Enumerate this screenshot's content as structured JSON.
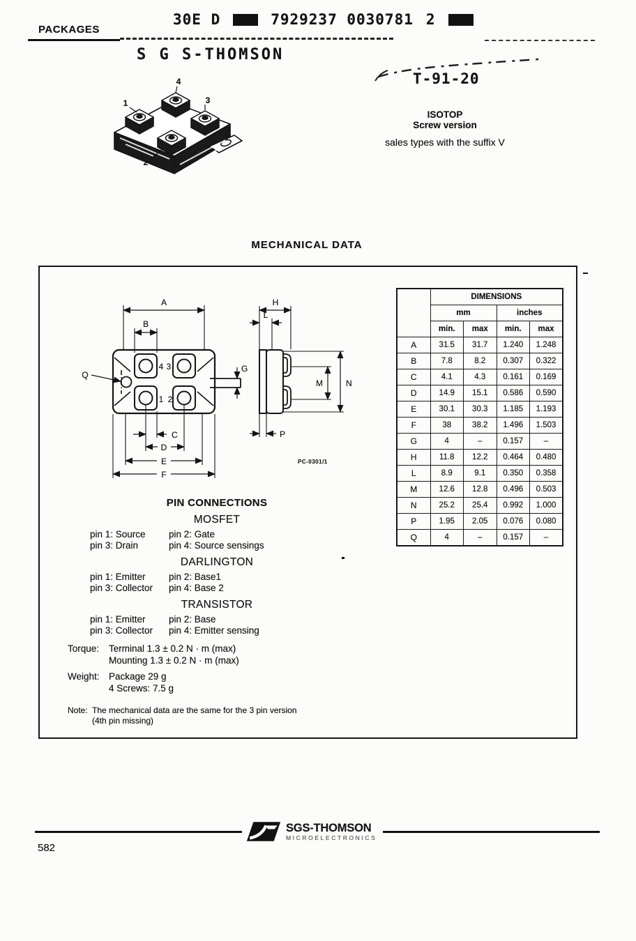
{
  "header": {
    "section_label": "PACKAGES",
    "code_prefix": "30E D",
    "code_number": "7929237 0030781",
    "code_suffix": "2",
    "stamp": "S G S-THOMSON",
    "handwritten_code": "T-91-20"
  },
  "package_info": {
    "name": "ISOTOP",
    "version": "Screw version",
    "sales_note": "sales types with the suffix V"
  },
  "section_title": "MECHANICAL DATA",
  "drawing": {
    "labels": {
      "A": "A",
      "B": "B",
      "C": "C",
      "D": "D",
      "E": "E",
      "F": "F",
      "G": "G",
      "H": "H",
      "L": "L",
      "M": "M",
      "N": "N",
      "P": "P",
      "Q": "Q"
    },
    "pins": {
      "p1": "1",
      "p2": "2",
      "p3": "3",
      "p4": "4"
    },
    "ref": "PC-0301/1"
  },
  "dimensions_table": {
    "title": "DIMENSIONS",
    "unit_mm": "mm",
    "unit_inches": "inches",
    "col_headers": [
      "min.",
      "max",
      "min.",
      "max"
    ],
    "rows": [
      {
        "ref": "A",
        "values": [
          "31.5",
          "31.7",
          "1.240",
          "1.248"
        ]
      },
      {
        "ref": "B",
        "values": [
          "7.8",
          "8.2",
          "0.307",
          "0.322"
        ]
      },
      {
        "ref": "C",
        "values": [
          "4.1",
          "4.3",
          "0.161",
          "0.169"
        ]
      },
      {
        "ref": "D",
        "values": [
          "14.9",
          "15.1",
          "0.586",
          "0.590"
        ]
      },
      {
        "ref": "E",
        "values": [
          "30.1",
          "30.3",
          "1.185",
          "1.193"
        ]
      },
      {
        "ref": "F",
        "values": [
          "38",
          "38.2",
          "1.496",
          "1.503"
        ]
      },
      {
        "ref": "G",
        "values": [
          "4",
          "–",
          "0.157",
          "–"
        ]
      },
      {
        "ref": "H",
        "values": [
          "11.8",
          "12.2",
          "0.464",
          "0.480"
        ]
      },
      {
        "ref": "L",
        "values": [
          "8.9",
          "9.1",
          "0.350",
          "0.358"
        ]
      },
      {
        "ref": "M",
        "values": [
          "12.6",
          "12.8",
          "0.496",
          "0.503"
        ]
      },
      {
        "ref": "N",
        "values": [
          "25.2",
          "25.4",
          "0.992",
          "1.000"
        ]
      },
      {
        "ref": "P",
        "values": [
          "1.95",
          "2.05",
          "0.076",
          "0.080"
        ]
      },
      {
        "ref": "Q",
        "values": [
          "4",
          "–",
          "0.157",
          "–"
        ]
      }
    ]
  },
  "pin_connections": {
    "title": "PIN CONNECTIONS",
    "groups": [
      {
        "name": "MOSFET",
        "rows": [
          [
            "pin 1: Source",
            "pin 2: Gate"
          ],
          [
            "pin 3: Drain",
            "pin 4: Source sensings"
          ]
        ]
      },
      {
        "name": "DARLINGTON",
        "rows": [
          [
            "pin 1: Emitter",
            "pin 2: Base1"
          ],
          [
            "pin 3: Collector",
            "pin 4: Base 2"
          ]
        ]
      },
      {
        "name": "TRANSISTOR",
        "rows": [
          [
            "pin 1: Emitter",
            "pin 2: Base"
          ],
          [
            "pin 3: Collector",
            "pin 4: Emitter sensing"
          ]
        ]
      }
    ]
  },
  "specs": {
    "torque_label": "Torque:",
    "torque_lines": [
      "Terminal 1.3 ± 0.2 N · m (max)",
      "Mounting 1.3 ± 0.2 N · m (max)"
    ],
    "weight_label": "Weight:",
    "weight_lines": [
      "Package 29 g",
      "4 Screws: 7.5 g"
    ],
    "note_label": "Note:",
    "note_lines": [
      "The mechanical data are the same for the 3 pin version",
      "(4th pin missing)"
    ]
  },
  "footer": {
    "brand": "SGS-THOMSON",
    "brand_sub": "MICROELECTRONICS",
    "page_number": "582"
  }
}
